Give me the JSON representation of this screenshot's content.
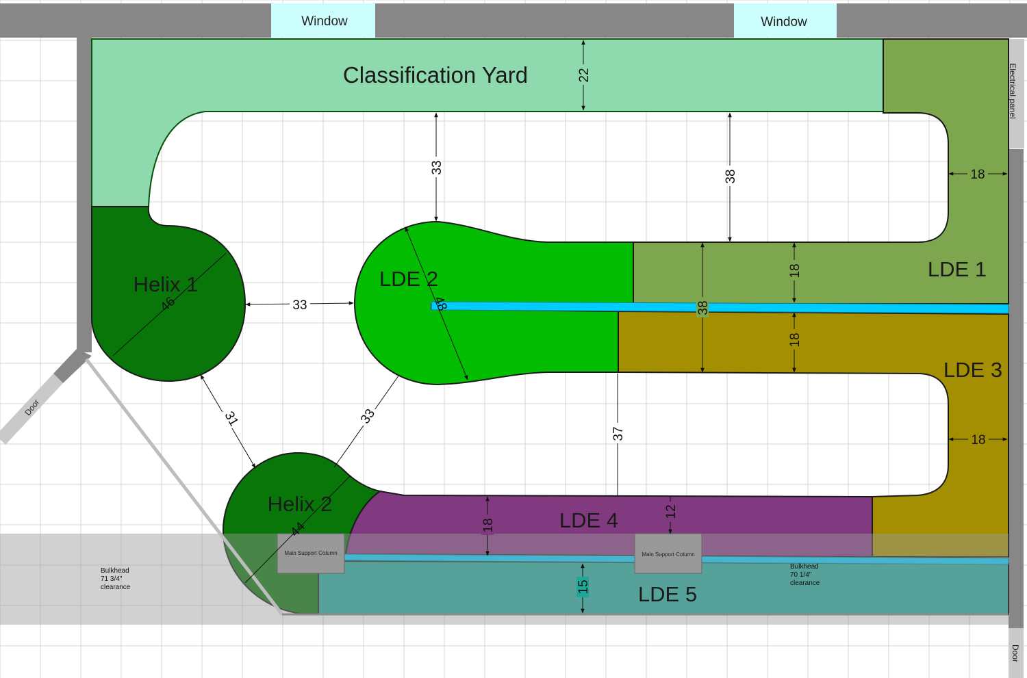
{
  "colors": {
    "wall": "#878787",
    "window": "#ccfefe",
    "classification_yard": "#8fd9ae",
    "helix": "#097609",
    "lde1": "#7ea64e",
    "lde2": "#03bd03",
    "lde3": "#a38f01",
    "lde4": "#813a80",
    "lde5": "#1fa89a",
    "staging_stripe": "#00cdfe",
    "bulkhead": "#c9c9c9",
    "support_column": "#999999"
  },
  "walls": {
    "window_left": "Window",
    "window_right": "Window",
    "electrical_panel": "Electrical panel",
    "door_left": "Door",
    "door_right": "Door"
  },
  "zones": {
    "classification_yard": "Classification Yard",
    "helix_1": "Helix 1",
    "helix_2": "Helix 2",
    "lde_1": "LDE 1",
    "lde_2": "LDE 2",
    "lde_3": "LDE 3",
    "lde_4": "LDE 4",
    "lde_5": "LDE 5"
  },
  "bulkheads": {
    "left_line1": "Bulkhead",
    "left_line2": "71 3/4\"",
    "left_line3": "clearance",
    "right_line1": "Bulkhead",
    "right_line2": "70 1/4\"",
    "right_line3": "clearance"
  },
  "columns": {
    "left": "Main Support Column",
    "right": "Main Support Column"
  },
  "dimensions": {
    "yard_depth": "22",
    "yard_to_lde2": "33",
    "yard_to_lde1": "38",
    "lde1_right": "18",
    "helix1_to_lde2": "33",
    "helix1_diameter": "46",
    "lde2_diameter": "48",
    "lde1_depth": "18",
    "lde3_depth": "18",
    "lde1_lde3_total": "38",
    "lde3_right": "18",
    "helix1_to_helix2": "31",
    "lde2_to_helix2": "33",
    "lde3_to_lde4": "37",
    "lde4_depth": "18",
    "lde4_to_stripe": "12",
    "helix2_diameter": "44",
    "lde5_depth": "15"
  }
}
